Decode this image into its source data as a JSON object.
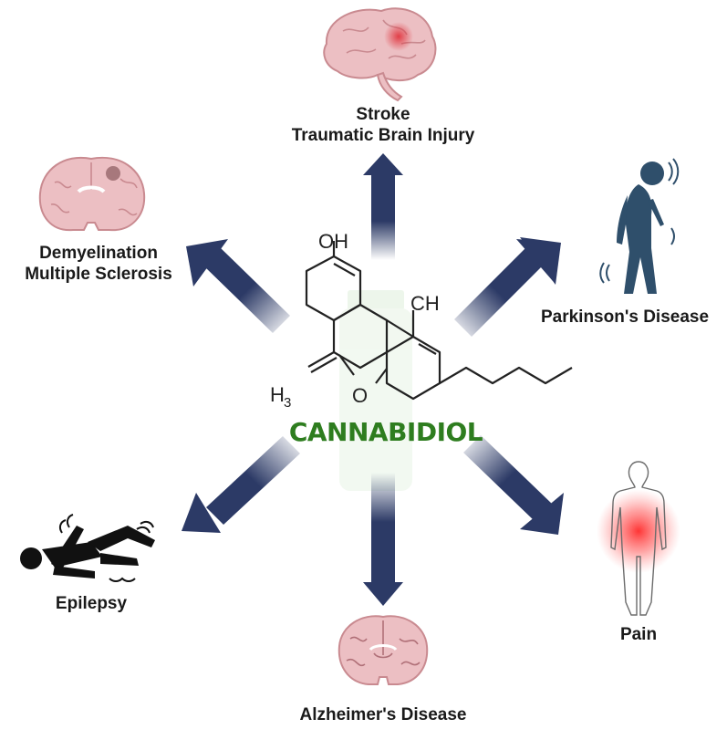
{
  "center": {
    "name": "CANNABIDIOL",
    "hydroxyl_label": "OH",
    "methyl_label": "CH",
    "methyl_h3": "H",
    "methyl_h3_sub": "3",
    "oxygen_label": "O"
  },
  "conditions": [
    {
      "id": "stroke",
      "line1": "Stroke",
      "line2": "Traumatic Brain Injury",
      "icon": "brain-lesion-icon"
    },
    {
      "id": "parkinsons",
      "line1": "Parkinson's Disease",
      "icon": "stooped-person-icon"
    },
    {
      "id": "pain",
      "line1": "Pain",
      "icon": "body-pain-icon"
    },
    {
      "id": "alzheimers",
      "line1": "Alzheimer's Disease",
      "icon": "brain-section-icon"
    },
    {
      "id": "epilepsy",
      "line1": "Epilepsy",
      "icon": "seizure-person-icon"
    },
    {
      "id": "demyelination",
      "line1": "Demyelination",
      "line2": "Multiple Sclerosis",
      "icon": "brain-coronal-lesion-icon"
    }
  ],
  "colors": {
    "arrow": "#2c3a66",
    "center_text": "#2e7d1f",
    "brain_pink": "#e8b3b8",
    "brain_outline": "#c98a90",
    "lesion_red": "#e0303a",
    "figure_blue": "#2f4f6b",
    "bottle_watermark": "#dff0db"
  }
}
